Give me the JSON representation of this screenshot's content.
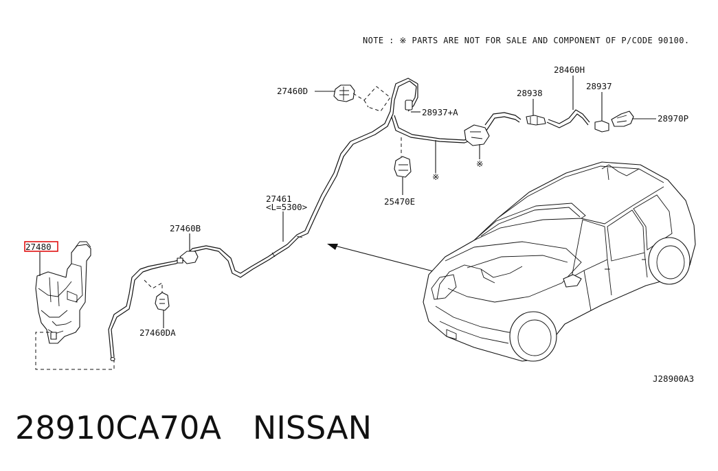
{
  "note": "NOTE : ※ PARTS ARE NOT FOR SALE AND COMPONENT OF P/CODE 90100.",
  "diagram_code": "J28900A3",
  "footer": {
    "part_number": "28910CA70A",
    "brand": "NISSAN"
  },
  "highlight_color": "#e01010",
  "callouts": {
    "c27480": "27480",
    "c27460B": "27460B",
    "c27460DA": "27460DA",
    "c27461": "27461",
    "c27461_len": "<L=5300>",
    "c27460D": "27460D",
    "c28937A": "28937+A",
    "c25470E": "25470E",
    "c28938": "28938",
    "c28460H": "28460H",
    "c28937": "28937",
    "c28970P": "28970P"
  },
  "marks": {
    "symbol": "※"
  }
}
